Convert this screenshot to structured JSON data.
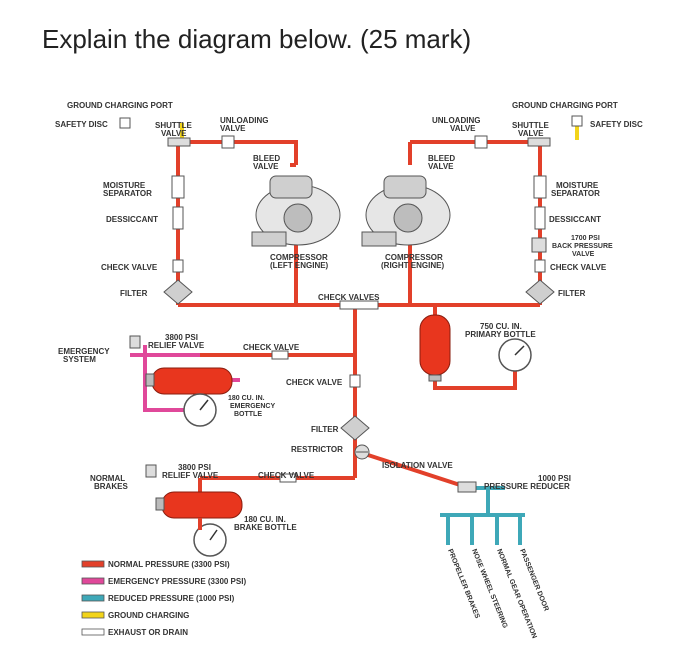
{
  "question": "Explain the diagram below. (25 mark)",
  "labels": {
    "ground_charging_port_left": "GROUND CHARGING PORT",
    "ground_charging_port_right": "GROUND CHARGING PORT",
    "safety_disc_left": "SAFETY DISC",
    "safety_disc_right": "SAFETY DISC",
    "shuttle_valve_left": [
      "SHUTTLE",
      "VALVE"
    ],
    "shuttle_valve_right": [
      "SHUTTLE",
      "VALVE"
    ],
    "unloading_valve_left": [
      "UNLOADING",
      "VALVE"
    ],
    "unloading_valve_right": [
      "UNLOADING",
      "VALVE"
    ],
    "bleed_valve_left": [
      "BLEED",
      "VALVE"
    ],
    "bleed_valve_right": [
      "BLEED",
      "VALVE"
    ],
    "moisture_separator_left": [
      "MOISTURE",
      "SEPARATOR"
    ],
    "moisture_separator_right": [
      "MOISTURE",
      "SEPARATOR"
    ],
    "dessiccant_left": "DESSICCANT",
    "dessiccant_right": "DESSICCANT",
    "compressor_left": [
      "COMPRESSOR",
      "(LEFT ENGINE)"
    ],
    "compressor_right": [
      "COMPRESSOR",
      "(RIGHT ENGINE)"
    ],
    "back_pressure_valve": [
      "1700 PSI",
      "BACK PRESSURE",
      "VALVE"
    ],
    "check_valve_left": "CHECK VALVE",
    "check_valve_right": "CHECK VALVE",
    "filter_left": "FILTER",
    "filter_right": "FILTER",
    "check_valves": "CHECK VALVES",
    "primary_bottle": [
      "750 CU. IN.",
      "PRIMARY BOTTLE"
    ],
    "relief_valve_emergency": [
      "3800 PSI",
      "RELIEF VALVE"
    ],
    "emergency_system": [
      "EMERGENCY",
      "SYSTEM"
    ],
    "check_valve_emergency": "CHECK VALVE",
    "check_valve_mid": "CHECK VALVE",
    "emergency_bottle": [
      "180 CU. IN.",
      "EMERGENCY",
      "BOTTLE"
    ],
    "filter_mid": "FILTER",
    "restrictor": "RESTRICTOR",
    "isolation_valve": "ISOLATION VALVE",
    "pressure_reducer": [
      "1000 PSI",
      "PRESSURE REDUCER"
    ],
    "relief_valve_brakes": [
      "3800 PSI",
      "RELIEF VALVE"
    ],
    "normal_brakes": [
      "NORMAL",
      "BRAKES"
    ],
    "check_valve_brakes": "CHECK VALVE",
    "brake_bottle": [
      "180 CU. IN.",
      "BRAKE BOTTLE"
    ],
    "outputs": [
      "PROPELLER BRAKES",
      "NOSE WHEEL STEERING",
      "NORMAL GEAR OPERATION",
      "PASSENGER DOOR"
    ]
  },
  "legend": [
    {
      "label": "NORMAL PRESSURE (3300 PSI)",
      "color": "#e2402a"
    },
    {
      "label": "EMERGENCY PRESSURE (3300 PSI)",
      "color": "#e0489a"
    },
    {
      "label": "REDUCED PRESSURE (1000 PSI)",
      "color": "#3ea8b8"
    },
    {
      "label": "GROUND CHARGING",
      "color": "#f2d41a"
    },
    {
      "label": "EXHAUST OR DRAIN",
      "color": "#ffffff"
    }
  ],
  "colors": {
    "normal": "#e2402a",
    "emergency": "#e0489a",
    "reduced": "#3ea8b8",
    "ground": "#f2d41a",
    "bottle": "#e8361e"
  }
}
